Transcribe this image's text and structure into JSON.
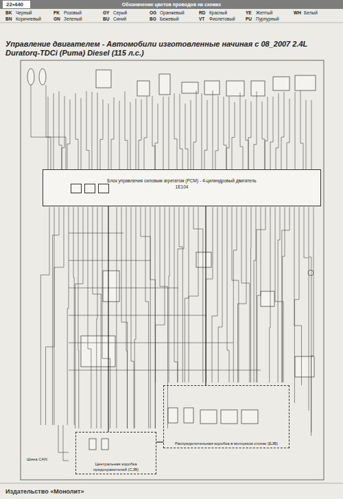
{
  "diagram": {
    "title": "Управление двигателем - Автомобили изготовленные начиная с 08_2007 2.4L Duratorq-TDCi (Puma) Diesel (115 л.с.)",
    "nodes": [
      {
        "text": [
          "Блок управления силовым агрегатом (PCM) - 4-цилиндровый двигатель",
          "1E104"
        ]
      },
      {
        "text": [
          "Распределительная коробка в моторном отсеке (EJB)"
        ]
      },
      {
        "text": [
          "Центральная коробка предохранителей (CJB)"
        ]
      }
    ],
    "edges": [
      {
        "from": 0,
        "to": 1,
        "arrow": "none"
      },
      {
        "from": 0,
        "to": 2,
        "arrow": "none"
      },
      {
        "from": 1,
        "to": 2,
        "arrow": "none"
      }
    ],
    "labels": [
      "22•440",
      "Обозначение цветов проводов на схемах",
      "BK",
      "Черный",
      "PK",
      "Розовый",
      "GY",
      "Серый",
      "OG",
      "Оранжевый",
      "RD",
      "Красный",
      "YE",
      "Желтый",
      "WH",
      "Белый",
      "BN",
      "Коричневый",
      "GN",
      "Зеленый",
      "BU",
      "Синий",
      "BG",
      "Бежевый",
      "VT",
      "Фиолетовый",
      "PU",
      "Пурпурный",
      "Шина CAN",
      "Издательство «Монолит»"
    ]
  }
}
